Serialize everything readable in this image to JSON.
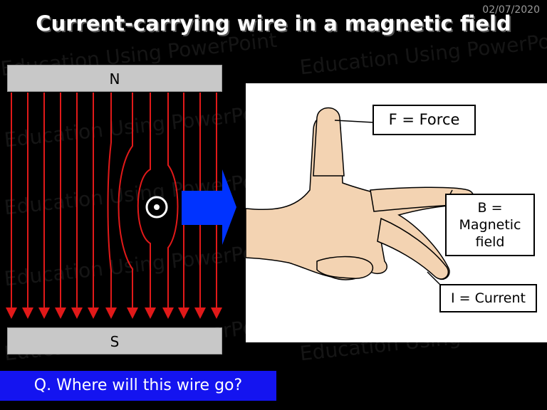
{
  "date": "02/07/2020",
  "title": "Current-carrying wire in a magnetic field",
  "magnets": {
    "north": "N",
    "south": "S"
  },
  "labels": {
    "force": "F = Force",
    "field_line1": "B =",
    "field_line2": "Magnetic",
    "field_line3": "field",
    "current": "I = Current"
  },
  "question": "Q. Where will this wire go?",
  "watermark": "Education Using PowerPoint",
  "colors": {
    "field_lines": "#e11919",
    "force_arrow": "#0033ff",
    "question_bg": "#1414f0",
    "skin": "#f3d3b2"
  },
  "icons": [
    "current-out-of-page-icon",
    "force-arrow-icon"
  ]
}
